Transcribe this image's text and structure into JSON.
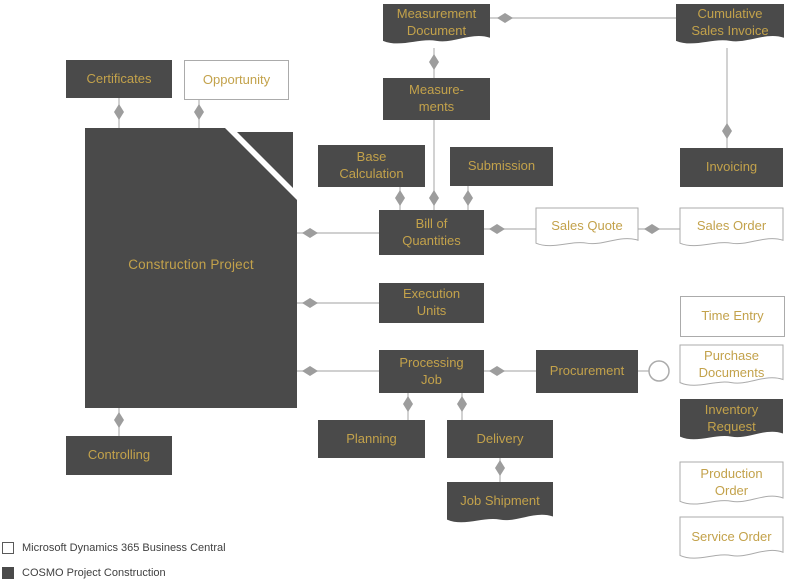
{
  "nodes": {
    "measurement_document": {
      "label": "Measurement\nDocument"
    },
    "cumulative_sales_invoice": {
      "label": "Cumulative\nSales Invoice"
    },
    "certificates": {
      "label": "Certificates"
    },
    "opportunity": {
      "label": "Opportunity"
    },
    "measurements": {
      "label": "Measure-\nments"
    },
    "base_calculation": {
      "label": "Base\nCalculation"
    },
    "submission": {
      "label": "Submission"
    },
    "invoicing": {
      "label": "Invoicing"
    },
    "construction_project": {
      "label": "Construction Project"
    },
    "bill_of_quantities": {
      "label": "Bill of\nQuantities"
    },
    "sales_quote": {
      "label": "Sales Quote"
    },
    "sales_order": {
      "label": "Sales Order"
    },
    "execution_units": {
      "label": "Execution\nUnits"
    },
    "time_entry": {
      "label": "Time Entry"
    },
    "processing_job": {
      "label": "Processing\nJob"
    },
    "procurement": {
      "label": "Procurement"
    },
    "purchase_documents": {
      "label": "Purchase\nDocuments"
    },
    "inventory_request": {
      "label": "Inventory\nRequest"
    },
    "planning": {
      "label": "Planning"
    },
    "delivery": {
      "label": "Delivery"
    },
    "production_order": {
      "label": "Production\nOrder"
    },
    "controlling": {
      "label": "Controlling"
    },
    "job_shipment": {
      "label": "Job Shipment"
    },
    "service_order": {
      "label": "Service Order"
    }
  },
  "legend": {
    "business_central": {
      "label": "Microsoft Dynamics 365 Business Central"
    },
    "cosmo": {
      "label": "COSMO Project Construction"
    }
  },
  "colors": {
    "dark_fill": "#4a4a4a",
    "gold_text": "#c3a24b",
    "connector_gray": "#ababab"
  }
}
